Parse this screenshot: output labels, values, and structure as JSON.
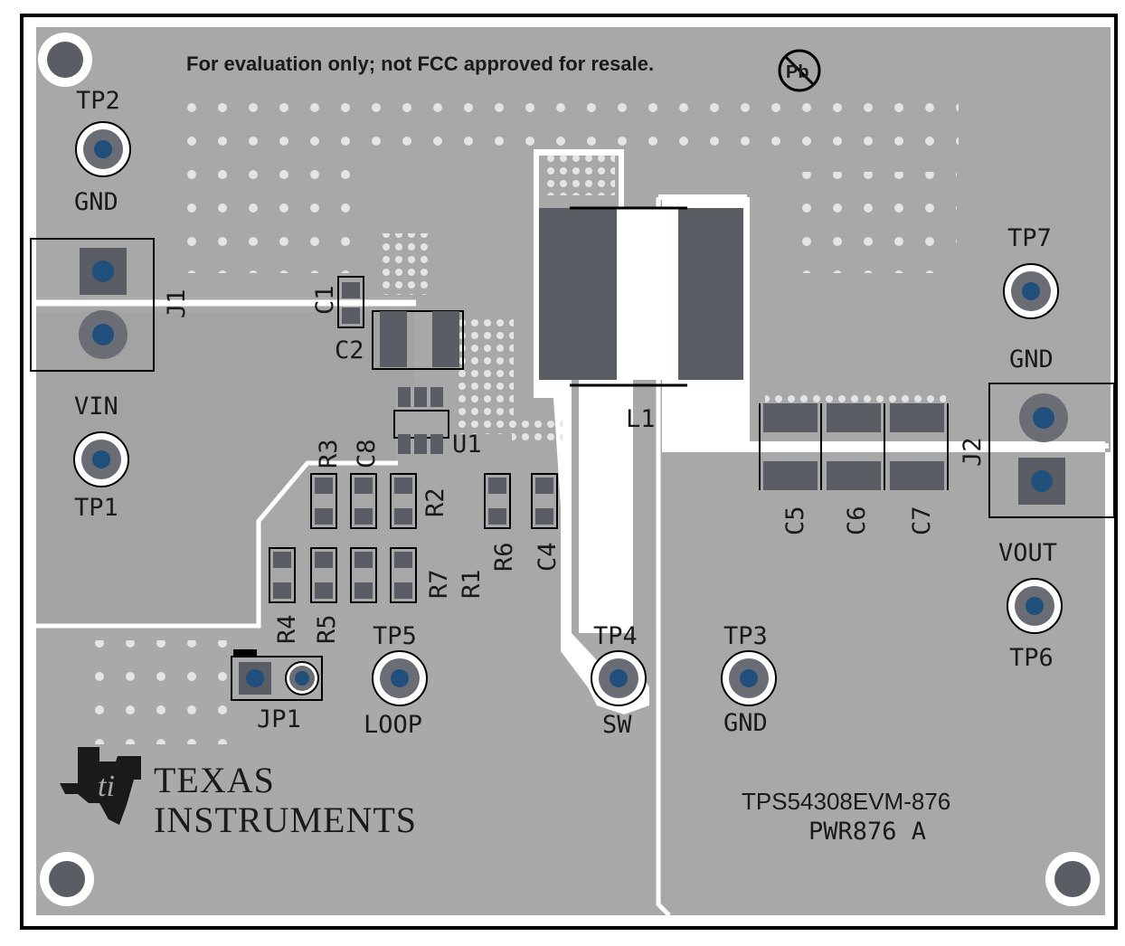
{
  "notice": "For evaluation only; not FCC approved for resale.",
  "pb_mark": "Pb",
  "board_name": "TPS54308EVM-876",
  "board_rev": "PWR876 A",
  "logo": {
    "line1": "Texas",
    "line2": "Instruments",
    "icon": "ti-logo-icon"
  },
  "testpoints": {
    "tp2": {
      "name": "TP2",
      "net": "GND"
    },
    "tp1": {
      "name": "TP1",
      "net": "VIN"
    },
    "tp7": {
      "name": "TP7",
      "net": "GND"
    },
    "tp6": {
      "name": "TP6",
      "net": "VOUT"
    },
    "tp5": {
      "name": "TP5",
      "net": "LOOP"
    },
    "tp4": {
      "name": "TP4",
      "net": "SW"
    },
    "tp3": {
      "name": "TP3",
      "net": "GND"
    }
  },
  "components": {
    "j1": "J1",
    "j2": "J2",
    "jp1": "JP1",
    "l1": "L1",
    "u1": "U1",
    "c1": "C1",
    "c2": "C2",
    "c4": "C4",
    "c5": "C5",
    "c6": "C6",
    "c7": "C7",
    "c8": "C8",
    "r1": "R1",
    "r2": "R2",
    "r3": "R3",
    "r4": "R4",
    "r5": "R5",
    "r6": "R6",
    "r7": "R7"
  },
  "colors": {
    "board": "#a6a6a6",
    "copper": "#bcbcbc",
    "pad": "#5a5d63",
    "via": "#e4e4e4",
    "outline": "#000000",
    "silk": "#ffffff",
    "tp_center": "#1f4f7a"
  }
}
